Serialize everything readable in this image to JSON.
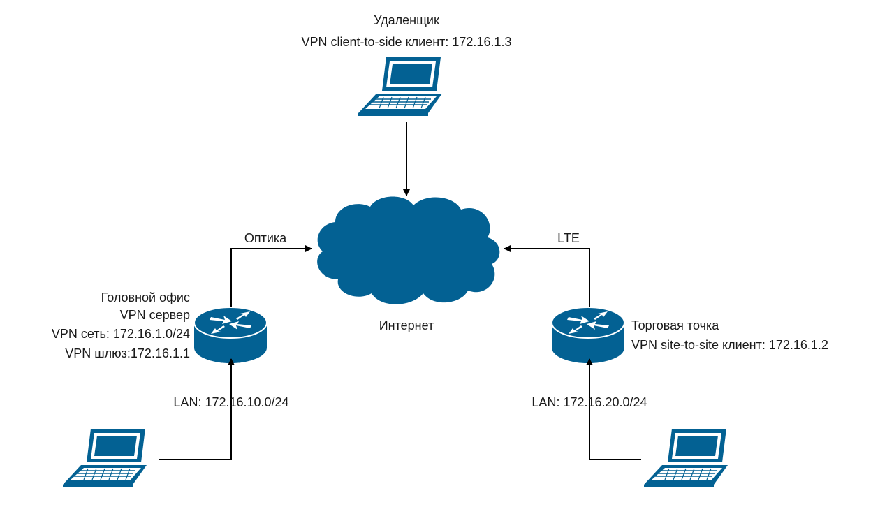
{
  "remote": {
    "title": "Удаленщик",
    "detail": "VPN client-to-side клиент: 172.16.1.3"
  },
  "head_office": {
    "title": "Головной офис",
    "role": "VPN сервер",
    "network": "VPN сеть: 172.16.1.0/24",
    "gateway": "VPN шлюз:172.16.1.1",
    "lan": "LAN: 172.16.10.0/24",
    "uplink": "Оптика"
  },
  "store": {
    "title": "Торговая точка",
    "detail": "VPN site-to-site клиент: 172.16.1.2",
    "lan": "LAN: 172.16.20.0/24",
    "uplink": "LTE"
  },
  "internet": {
    "label": "Интернет"
  },
  "colors": {
    "device": "#036193",
    "line": "#000000"
  }
}
